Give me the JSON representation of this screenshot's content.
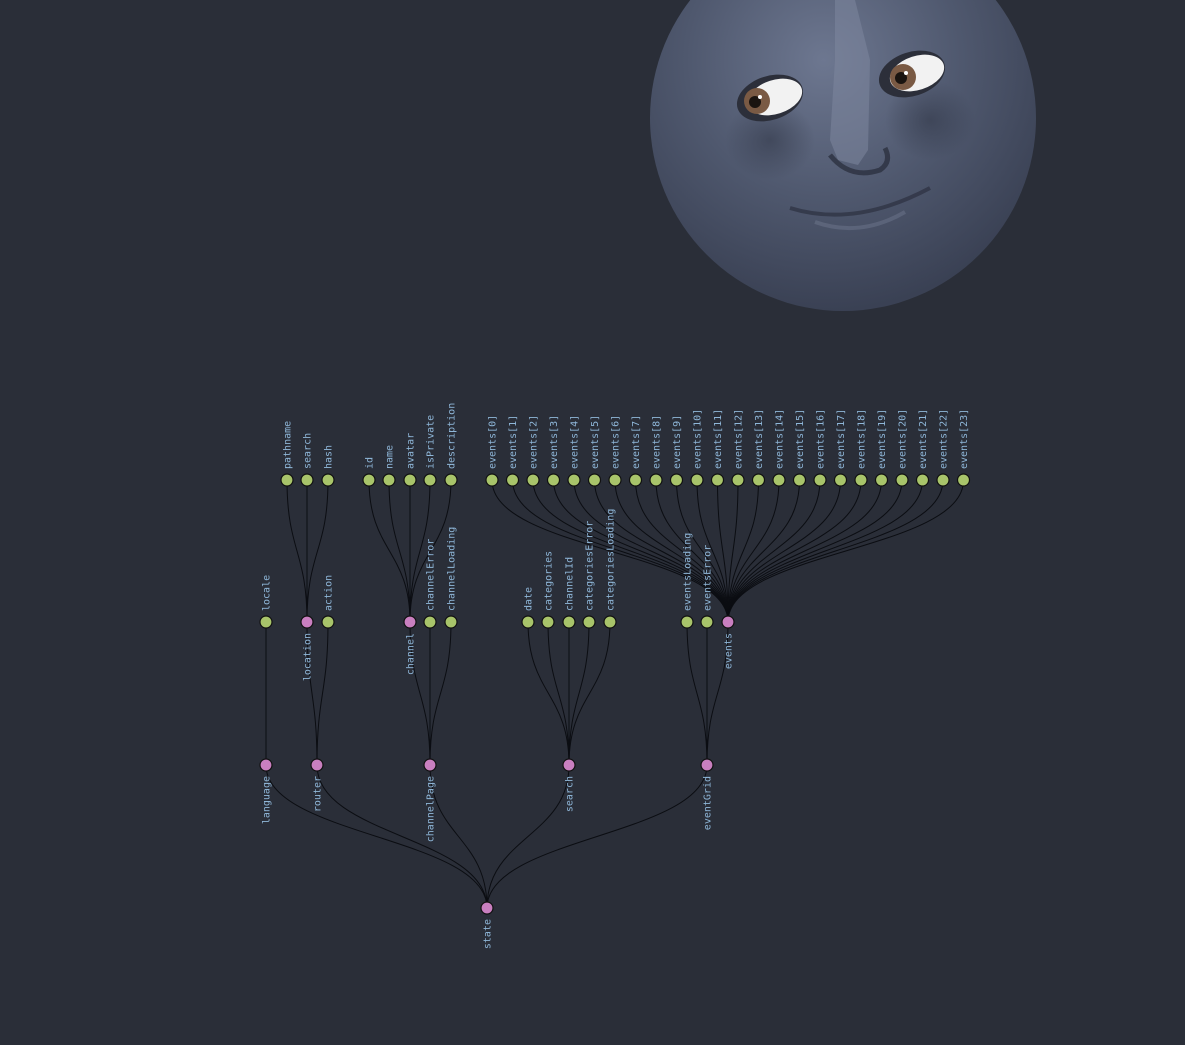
{
  "state_tree": {
    "name": "state",
    "children": [
      {
        "name": "language",
        "children": [
          {
            "name": "locale"
          }
        ]
      },
      {
        "name": "router",
        "children": [
          {
            "name": "location",
            "children": [
              {
                "name": "pathname"
              },
              {
                "name": "search"
              },
              {
                "name": "hash"
              }
            ]
          },
          {
            "name": "action"
          }
        ]
      },
      {
        "name": "channelPage",
        "children": [
          {
            "name": "channel",
            "children": [
              {
                "name": "id"
              },
              {
                "name": "name"
              },
              {
                "name": "avatar"
              },
              {
                "name": "isPrivate"
              },
              {
                "name": "description"
              }
            ]
          },
          {
            "name": "channelError"
          },
          {
            "name": "channelLoading"
          }
        ]
      },
      {
        "name": "search",
        "children": [
          {
            "name": "date"
          },
          {
            "name": "categories"
          },
          {
            "name": "channelId"
          },
          {
            "name": "categoriesError"
          },
          {
            "name": "categoriesLoading"
          }
        ]
      },
      {
        "name": "eventGrid",
        "children": [
          {
            "name": "eventsLoading"
          },
          {
            "name": "eventsError"
          },
          {
            "name": "events",
            "children": [
              {
                "name": "events[0]"
              },
              {
                "name": "events[1]"
              },
              {
                "name": "events[2]"
              },
              {
                "name": "events[3]"
              },
              {
                "name": "events[4]"
              },
              {
                "name": "events[5]"
              },
              {
                "name": "events[6]"
              },
              {
                "name": "events[7]"
              },
              {
                "name": "events[8]"
              },
              {
                "name": "events[9]"
              },
              {
                "name": "events[10]"
              },
              {
                "name": "events[11]"
              },
              {
                "name": "events[12]"
              },
              {
                "name": "events[13]"
              },
              {
                "name": "events[14]"
              },
              {
                "name": "events[15]"
              },
              {
                "name": "events[16]"
              },
              {
                "name": "events[17]"
              },
              {
                "name": "events[18]"
              },
              {
                "name": "events[19]"
              },
              {
                "name": "events[20]"
              },
              {
                "name": "events[21]"
              },
              {
                "name": "events[22]"
              },
              {
                "name": "events[23]"
              }
            ]
          }
        ]
      }
    ]
  },
  "colors": {
    "background": "#2a2e38",
    "branch_node": "#c97fc0",
    "leaf_node": "#a8c46a",
    "label": "#8fb7d9",
    "edge": "#0b0d12"
  },
  "icons": {
    "mascot": "moon-face-icon"
  }
}
